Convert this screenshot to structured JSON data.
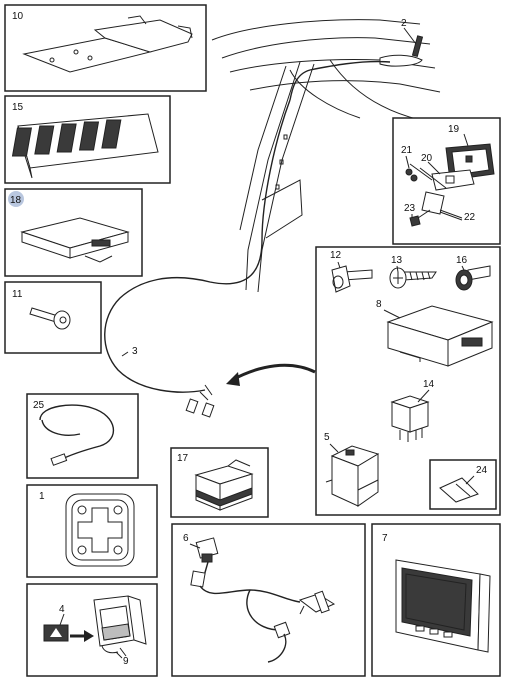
{
  "callouts": {
    "c1": "1",
    "c2": "2",
    "c3": "3",
    "c4": "4",
    "c5": "5",
    "c6": "6",
    "c7": "7",
    "c8": "8",
    "c9": "9",
    "c10": "10",
    "c11": "11",
    "c12": "12",
    "c13": "13",
    "c14": "14",
    "c15": "15",
    "c16": "16",
    "c17": "17",
    "c18": "18",
    "c19": "19",
    "c20": "20",
    "c21": "21",
    "c22": "22",
    "c23": "23",
    "c24": "24",
    "c25": "25"
  },
  "colors": {
    "highlight": "#b9c7df",
    "line": "#222222"
  }
}
